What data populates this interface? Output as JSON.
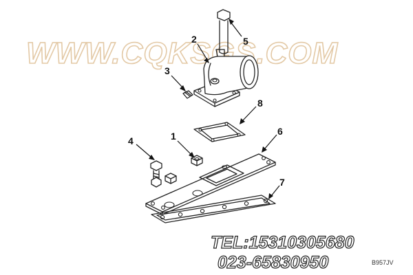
{
  "watermark": {
    "url": "WWW.CQKSGS.COM",
    "phone": "TEL:15310305680",
    "phone2": "023-65830950"
  },
  "callouts": [
    "1",
    "2",
    "3",
    "4",
    "5",
    "6",
    "7",
    "8"
  ],
  "drawing_code": "B957JV",
  "colors": {
    "line": "#222222",
    "watermark_outline": "#e3c9a6",
    "background": "#ffffff"
  }
}
